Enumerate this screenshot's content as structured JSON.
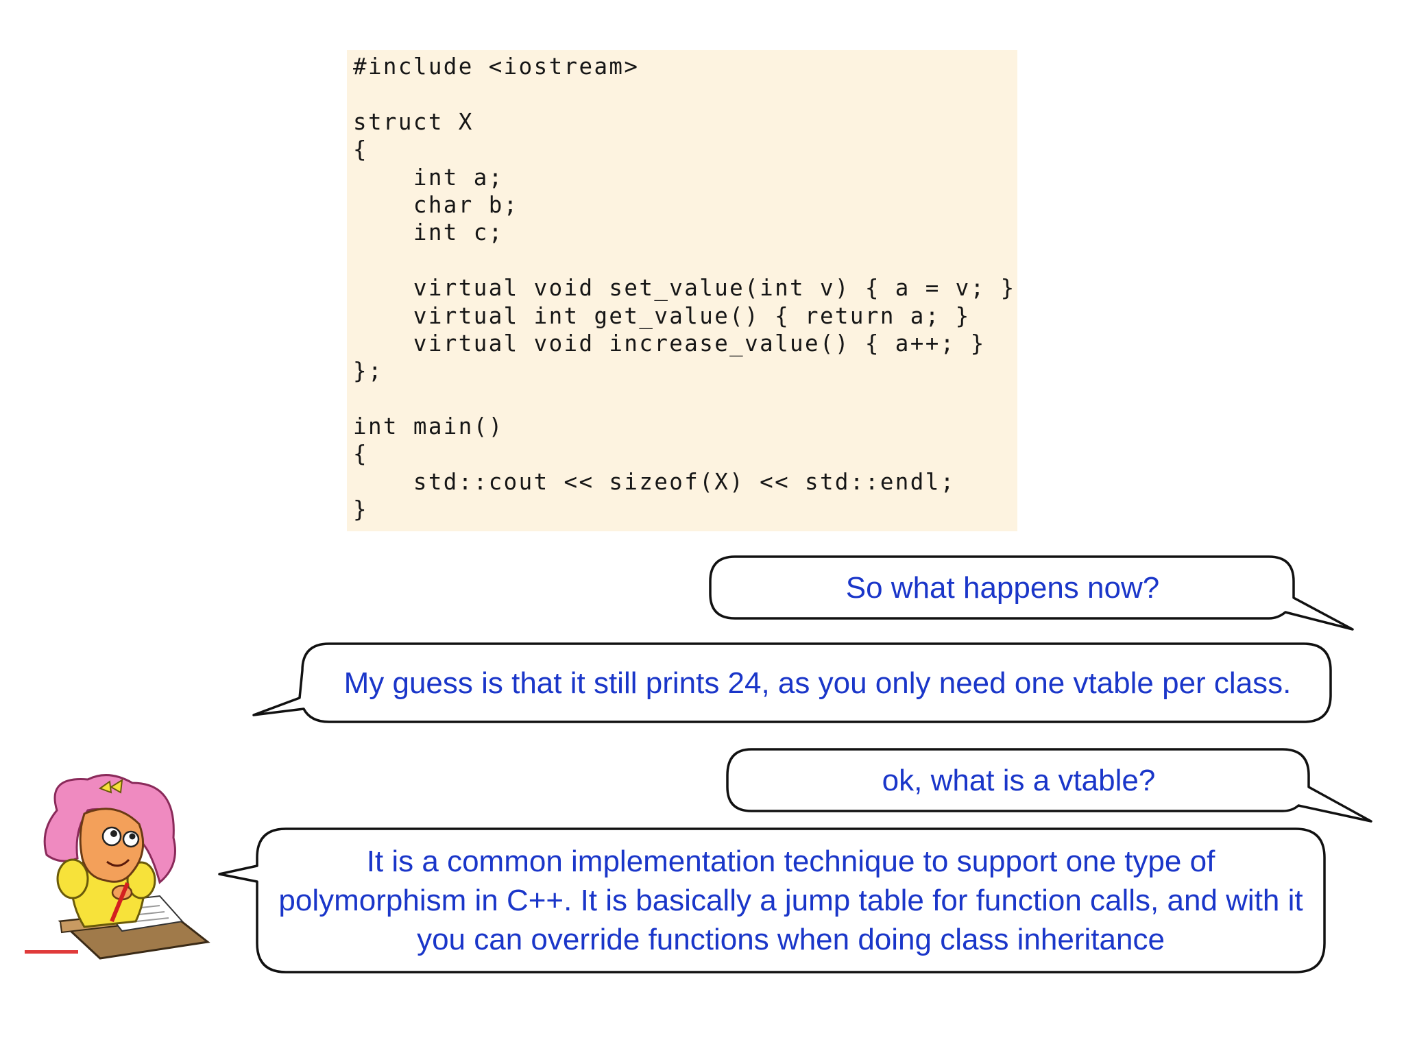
{
  "code": {
    "lines": [
      "#include <iostream>",
      "",
      "struct X",
      "{",
      "    int a;",
      "    char b;",
      "    int c;",
      "",
      "    virtual void set_value(int v) { a = v; }",
      "    virtual int get_value() { return a; }",
      "    virtual void increase_value() { a++; }",
      "};",
      "",
      "int main()",
      "{",
      "    std::cout << sizeof(X) << std::endl;",
      "}"
    ]
  },
  "dialogue": [
    {
      "speaker": "right",
      "text": "So what happens now?"
    },
    {
      "speaker": "left",
      "text": "My guess is that it still prints 24, as you only need one vtable per class."
    },
    {
      "speaker": "right",
      "text": "ok, what is a vtable?"
    },
    {
      "speaker": "left",
      "text": "It is a common implementation technique to support one type of polymorphism in C++. It is basically a jump table for function calls, and with it you can override functions when doing class inheritance"
    }
  ],
  "colors": {
    "code_background": "#fdf3e0",
    "bubble_text": "#1a36c9",
    "bubble_border": "#111111"
  },
  "icons": {
    "character": "cartoon-girl-writing-icon"
  }
}
